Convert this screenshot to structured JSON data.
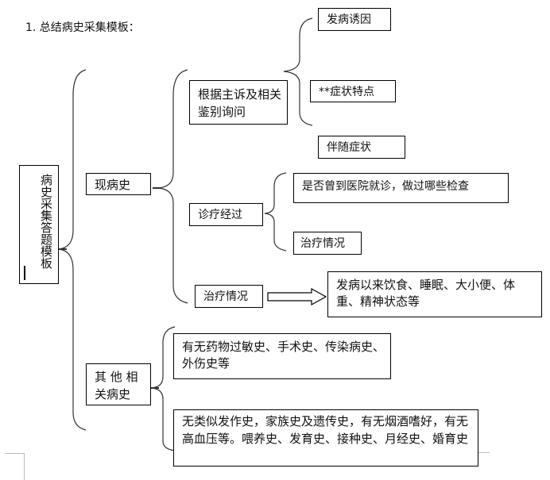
{
  "title": "1. 总结病史采集模板：",
  "root": {
    "label": "病史采集答题模板"
  },
  "present_history": {
    "label": "现病史",
    "inquiry": {
      "label": "根据主诉及相关鉴别询问",
      "items": [
        "发病诱因",
        "**症状特点",
        "伴随症状"
      ]
    },
    "diagnosis_treatment": {
      "label": "诊疗经过",
      "items": [
        "是否曾到医院就诊，做过哪些检查",
        "治疗情况"
      ]
    },
    "treatment_status": {
      "label": "治疗情况",
      "detail": "发病以来饮食、睡眠、大小便、体重、精神状态等"
    }
  },
  "other_history": {
    "label": "其 他 相关病史",
    "items": [
      "有无药物过敏史、手术史、传染病史、外伤史等",
      "无类似发作史，家族史及遗传史，有无烟酒嗜好，有无高血压等。喂养史、发育史、接种史、月经史、婚育史"
    ]
  }
}
